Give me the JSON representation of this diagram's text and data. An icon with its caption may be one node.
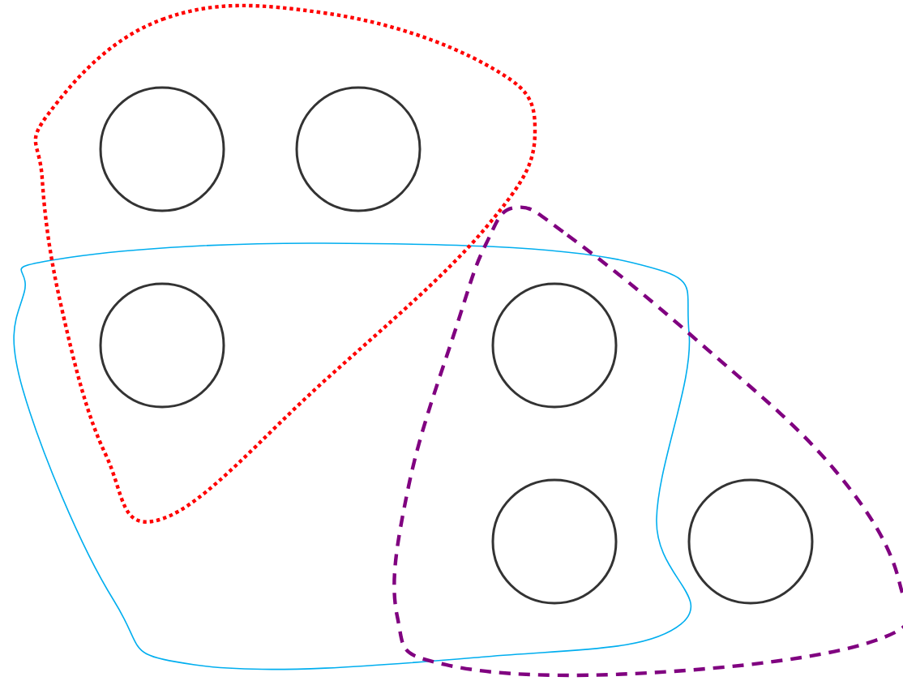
{
  "diagram": {
    "nodes": [
      {
        "text": [],
        "shape": "circle"
      },
      {
        "text": [],
        "shape": "circle"
      },
      {
        "text": [],
        "shape": "circle"
      },
      {
        "text": [],
        "shape": "circle"
      },
      {
        "text": [],
        "shape": "circle"
      },
      {
        "text": [],
        "shape": "circle"
      }
    ]
  }
}
